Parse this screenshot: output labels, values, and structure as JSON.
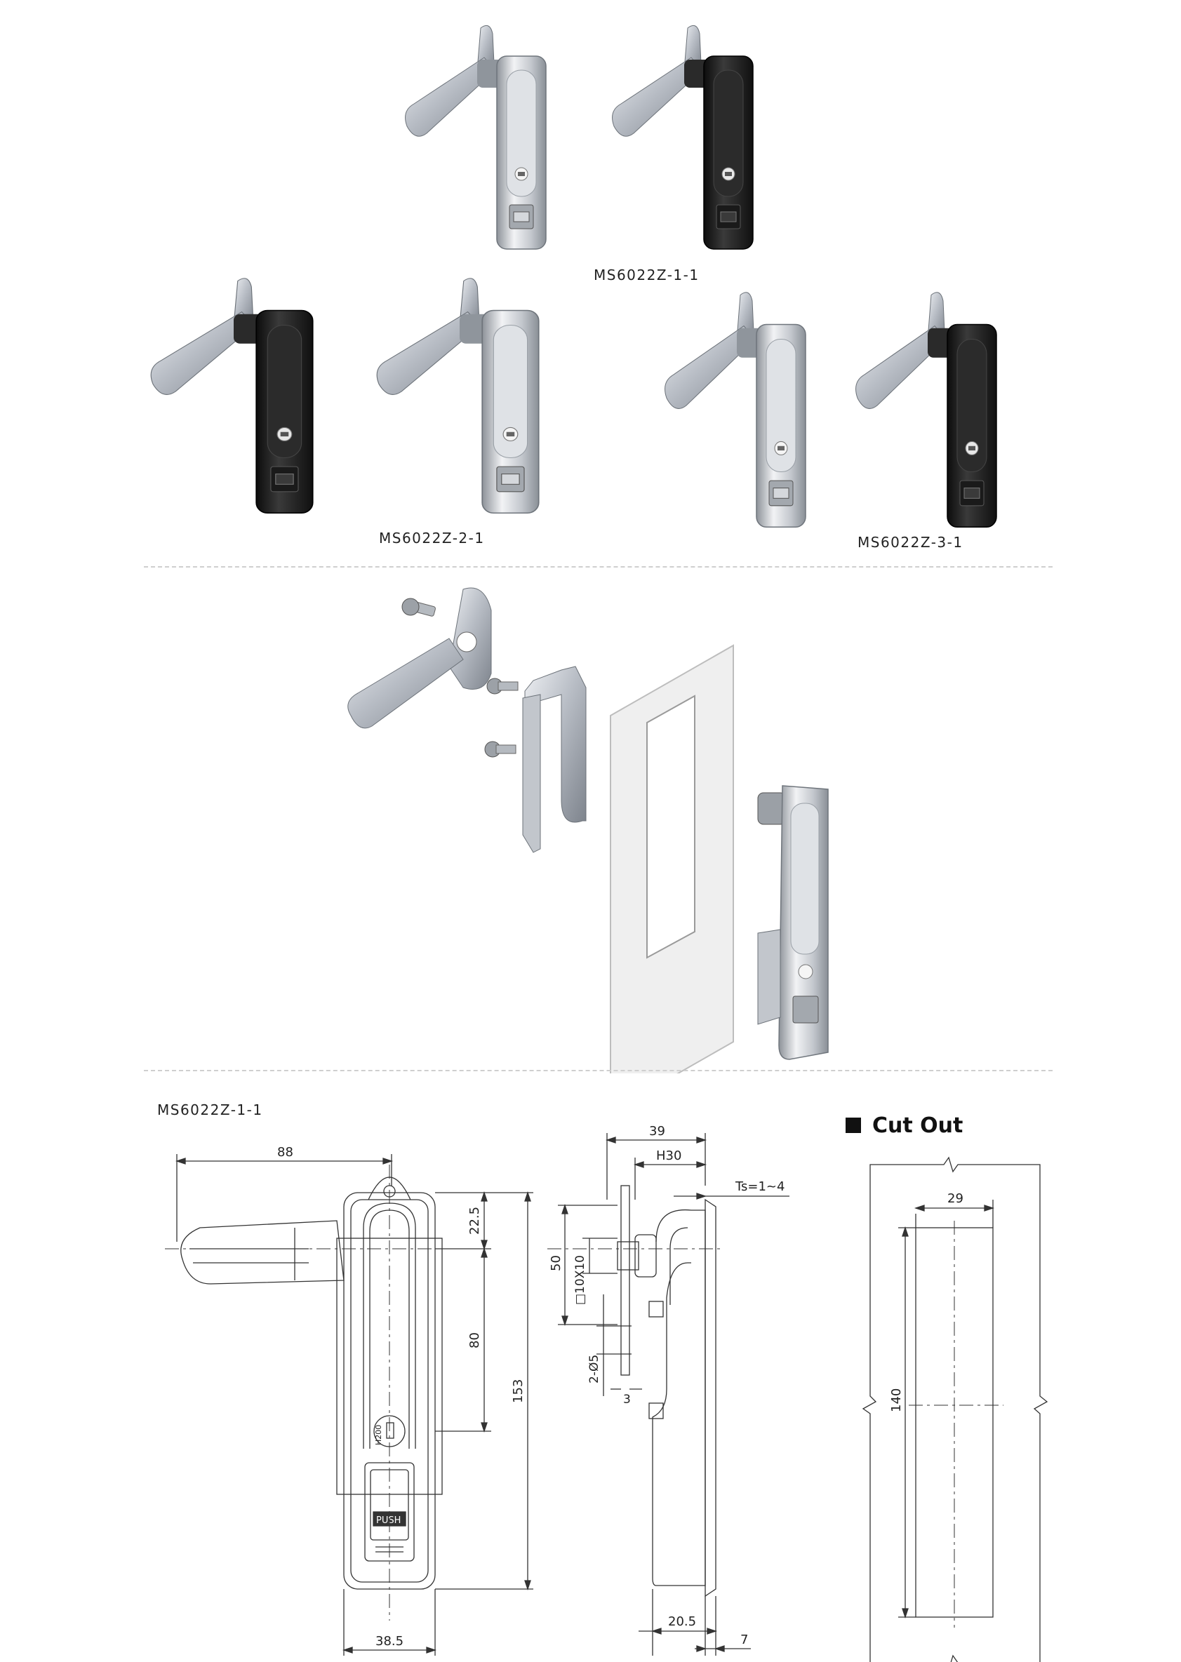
{
  "products": {
    "label_1": "MS6022Z-1-1",
    "label_2": "MS6022Z-2-1",
    "label_3": "MS6022Z-3-1"
  },
  "drawing": {
    "model_label": "MS6022Z-1-1",
    "front": {
      "dim_width_total": "88",
      "dim_top_offset": "22.5",
      "dim_center": "80",
      "dim_height": "153",
      "dim_bottom_width": "38.5",
      "lock_text": "H200",
      "button_text": "PUSH"
    },
    "side": {
      "dim_39": "39",
      "dim_h30": "H30",
      "dim_ts": "Ts=1~4",
      "dim_50": "50",
      "dim_square": "□10X10",
      "dim_holes": "2-Ø5",
      "dim_3": "3",
      "dim_20_5": "20.5",
      "dim_7": "7"
    },
    "cutout": {
      "title": "Cut Out",
      "dim_29": "29",
      "dim_140": "140"
    }
  },
  "colors": {
    "chrome": "#c9ccd1",
    "black_body": "#1c1c1c",
    "line": "#333333"
  }
}
